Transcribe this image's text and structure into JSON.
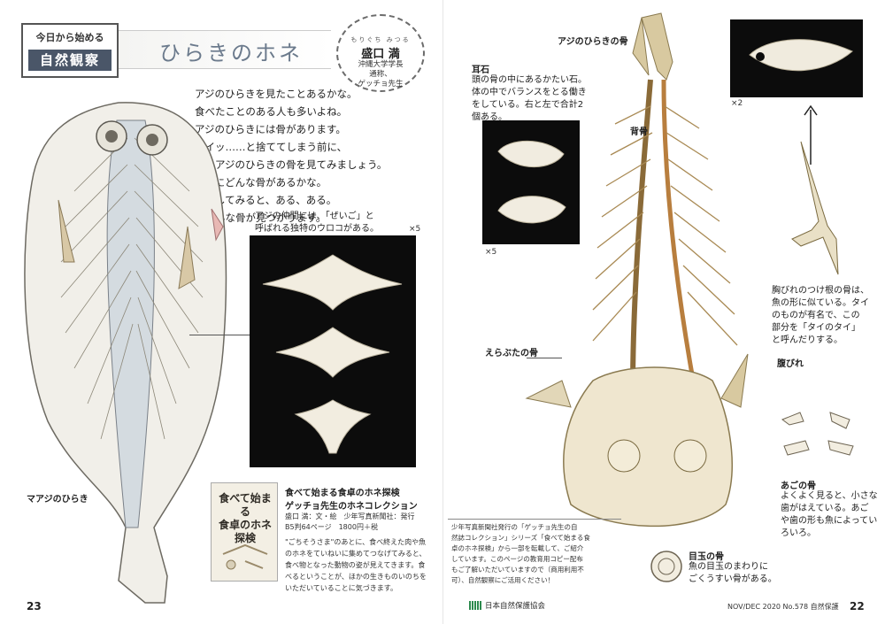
{
  "header": {
    "series_small": "今日から始める",
    "series_big": "自然観察",
    "title": "ひらきのホネ",
    "author_ruby": "もりぐち みつる",
    "author_name": "盛口 満",
    "author_role": "沖縄大学学長",
    "author_alias_1": "通称、",
    "author_alias_2": "ゲッチョ先生"
  },
  "intro": [
    "アジのひらきを見たことあるかな。",
    "食べたことのある人も多いよね。",
    "アジのひらきには骨があります。",
    "ポイッ……と捨ててしまう前に、",
    "そのアジのひらきの骨を見てみましょう。",
    "どこにどんな骨があるかな。",
    "気にしてみると、ある、ある。",
    "いろんな骨が見つかります。"
  ],
  "scale_caption": {
    "line1": "アジの仲間には、「ぜいご」と",
    "line2": "呼ばれる独特のウロコがある。",
    "mult": "×5"
  },
  "left_label": "マアジのひらき",
  "book": {
    "cover_line1": "食べて始まる",
    "cover_line2": "食卓のホネ探検",
    "title": "食べて始まる食卓のホネ探検",
    "subtitle": "ゲッチョ先生のホネコレクション",
    "credit": "盛口 満：文・絵　少年写真新聞社：発行",
    "spec": "B5判64ページ　1800円＋税",
    "desc": [
      "\"ごちそうさま\"のあとに、食べ終えた肉や魚",
      "のホネをていねいに集めてつなげてみると、",
      "食べ物となった動物の姿が見えてきます。食",
      "べるということが、ほかの生きものいのちを",
      "いただいていることに気づきます。"
    ]
  },
  "page_left": "23",
  "page_right": "22",
  "right": {
    "skeleton_title": "アジのひらきの骨",
    "otolith_title": "耳石",
    "otolith_desc": [
      "頭の骨の中にあるかたい石。",
      "体の中でバランスをとる働き",
      "をしている。右と左で合計2",
      "個ある。"
    ],
    "otolith_mult": "×5",
    "backbone": "背骨",
    "top_mult": "×2",
    "pectoral_desc": [
      "胸びれのつけ根の骨は、",
      "魚の形に似ている。タイ",
      "のものが有名で、この",
      "部分を「タイのタイ」",
      "と呼んだりする。"
    ],
    "pelvic": "腹びれ",
    "gill_cover": "えらぶたの骨",
    "jaw_title": "あごの骨",
    "jaw_desc": [
      "よくよく見ると、小さな",
      "歯がはえている。あご",
      "や歯の形も魚によってい",
      "ろいろ。"
    ],
    "eye_title": "目玉の骨",
    "eye_desc": [
      "魚の目玉のまわりに",
      "ごくうすい骨がある。"
    ],
    "notice": [
      "少年写真新聞社発行の「ゲッチョ先生の自",
      "然誌コレクション」シリーズ「食べて始まる食",
      "卓のホネ探検」から一部を転載して、ご紹介",
      "しています。このページの教育用コピー配布",
      "もご了解いただいていますので（商用利用不",
      "可）、自然観察にご活用ください！"
    ],
    "logo_text": "日本自然保護協会",
    "issue": "NOV/DEC 2020 No.578 自然保護"
  }
}
